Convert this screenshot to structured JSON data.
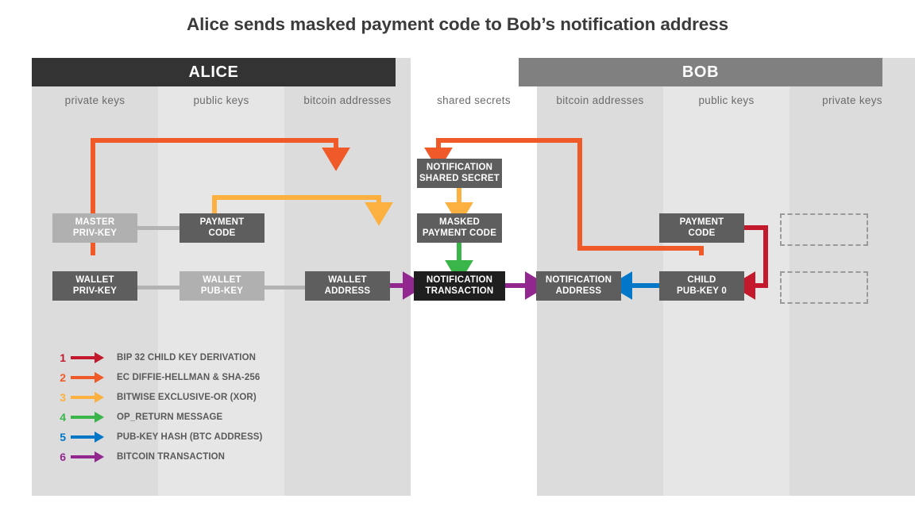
{
  "title": "Alice sends masked payment code to Bob’s notification address",
  "parties": [
    {
      "name": "ALICE",
      "color": "#333333"
    },
    {
      "name": "BOB",
      "color": "#808080"
    }
  ],
  "columns": [
    {
      "label": "private keys",
      "bg": "#dcdcdc"
    },
    {
      "label": "public keys",
      "bg": "#e6e6e6"
    },
    {
      "label": "bitcoin addresses",
      "bg": "#dcdcdc"
    },
    {
      "label": "shared secrets",
      "bg": "#ffffff"
    },
    {
      "label": "bitcoin addresses",
      "bg": "#dcdcdc"
    },
    {
      "label": "public keys",
      "bg": "#e6e6e6"
    },
    {
      "label": "private keys",
      "bg": "#dcdcdc"
    }
  ],
  "nodes": [
    {
      "id": "master-priv-key",
      "line1": "MASTER",
      "line2": "PRIV-KEY"
    },
    {
      "id": "alice-payment-code",
      "line1": "PAYMENT",
      "line2": "CODE"
    },
    {
      "id": "wallet-priv-key",
      "line1": "WALLET",
      "line2": "PRIV-KEY"
    },
    {
      "id": "wallet-pub-key",
      "line1": "WALLET",
      "line2": "PUB-KEY"
    },
    {
      "id": "wallet-address",
      "line1": "WALLET",
      "line2": "ADDRESS"
    },
    {
      "id": "notification-shared-secret",
      "line1": "NOTIFICATION",
      "line2": "SHARED SECRET"
    },
    {
      "id": "masked-payment-code",
      "line1": "MASKED",
      "line2": "PAYMENT CODE"
    },
    {
      "id": "notification-transaction",
      "line1": "NOTIFICATION",
      "line2": "TRANSACTION"
    },
    {
      "id": "notification-address",
      "line1": "NOTIFICATION",
      "line2": "ADDRESS"
    },
    {
      "id": "bob-payment-code",
      "line1": "PAYMENT",
      "line2": "CODE"
    },
    {
      "id": "child-pub-key-0",
      "line1": "CHILD",
      "line2": "PUB-KEY  0"
    }
  ],
  "legend": [
    {
      "num": "1",
      "label": "BIP 32 CHILD KEY DERIVATION",
      "color": "#c4182c"
    },
    {
      "num": "2",
      "label": "EC DIFFIE-HELLMAN & SHA-256",
      "color": "#f05a28"
    },
    {
      "num": "3",
      "label": "BITWISE EXCLUSIVE-OR (XOR)",
      "color": "#fbb040"
    },
    {
      "num": "4",
      "label": "OP_RETURN MESSAGE",
      "color": "#39b54a"
    },
    {
      "num": "5",
      "label": "PUB-KEY HASH (BTC ADDRESS)",
      "color": "#0077c8"
    },
    {
      "num": "6",
      "label": "BITCOIN TRANSACTION",
      "color": "#92278f"
    }
  ]
}
